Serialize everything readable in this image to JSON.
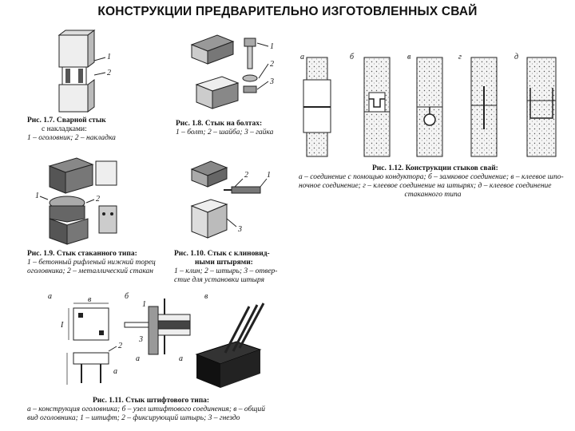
{
  "title": "КОНСТРУКЦИИ  ПРЕДВАРИТЕЛЬНО ИЗГОТОВЛЕННЫХ  СВАЙ",
  "fig17": {
    "caption_title": "Рис. 1.7. Сварной стык",
    "caption_line2": "с накладками:",
    "caption_legend": "1 – оголовник; 2 – накладка",
    "labels": [
      "1",
      "2"
    ]
  },
  "fig18": {
    "caption_title": "Рис. 1.8. Стык на болтах:",
    "caption_legend": "1 – болт; 2 – шайба; 3 – гайка",
    "labels": [
      "1",
      "2",
      "3"
    ]
  },
  "fig19": {
    "caption_title": "Рис. 1.9. Стык стаканного типа:",
    "caption_legend1": "1 – бетонный рифленый нижний торец",
    "caption_legend2": "оголовника; 2 – металлический стакан",
    "labels": [
      "1",
      "2"
    ]
  },
  "fig110": {
    "caption_title": "Рис. 1.10. Стык с клиновид-",
    "caption_line2": "ными штырями:",
    "caption_legend1": "1 – клин; 2 – штырь; 3 – отвер-",
    "caption_legend2": "стие для установки штыря",
    "labels": [
      "1",
      "2",
      "3"
    ]
  },
  "fig111": {
    "caption_title": "Рис. 1.11. Стык штифтового типа:",
    "caption_legend1": "а – конструкция оголовника; б – узел штифтового соединения; в – общий",
    "caption_legend2": "вид оголовника; 1 – штифт; 2 – фиксирующий штырь; 3 – гнездо",
    "labels": [
      "а",
      "б",
      "в",
      "1",
      "2",
      "3",
      "в",
      "а",
      "а",
      "а",
      "I"
    ]
  },
  "fig112": {
    "caption_title": "Рис. 1.12. Конструкции стыков свай:",
    "caption_legend1": "а – соединение с помощью кондуктора; б – замковое соединение; в – клеевое шпо-",
    "caption_legend2": "ночное соединение; г – клеевое соединение на штырях; д – клеевое соединение",
    "caption_legend3": "стаканного типа",
    "panel_labels": [
      "а",
      "б",
      "в",
      "г",
      "д"
    ]
  }
}
